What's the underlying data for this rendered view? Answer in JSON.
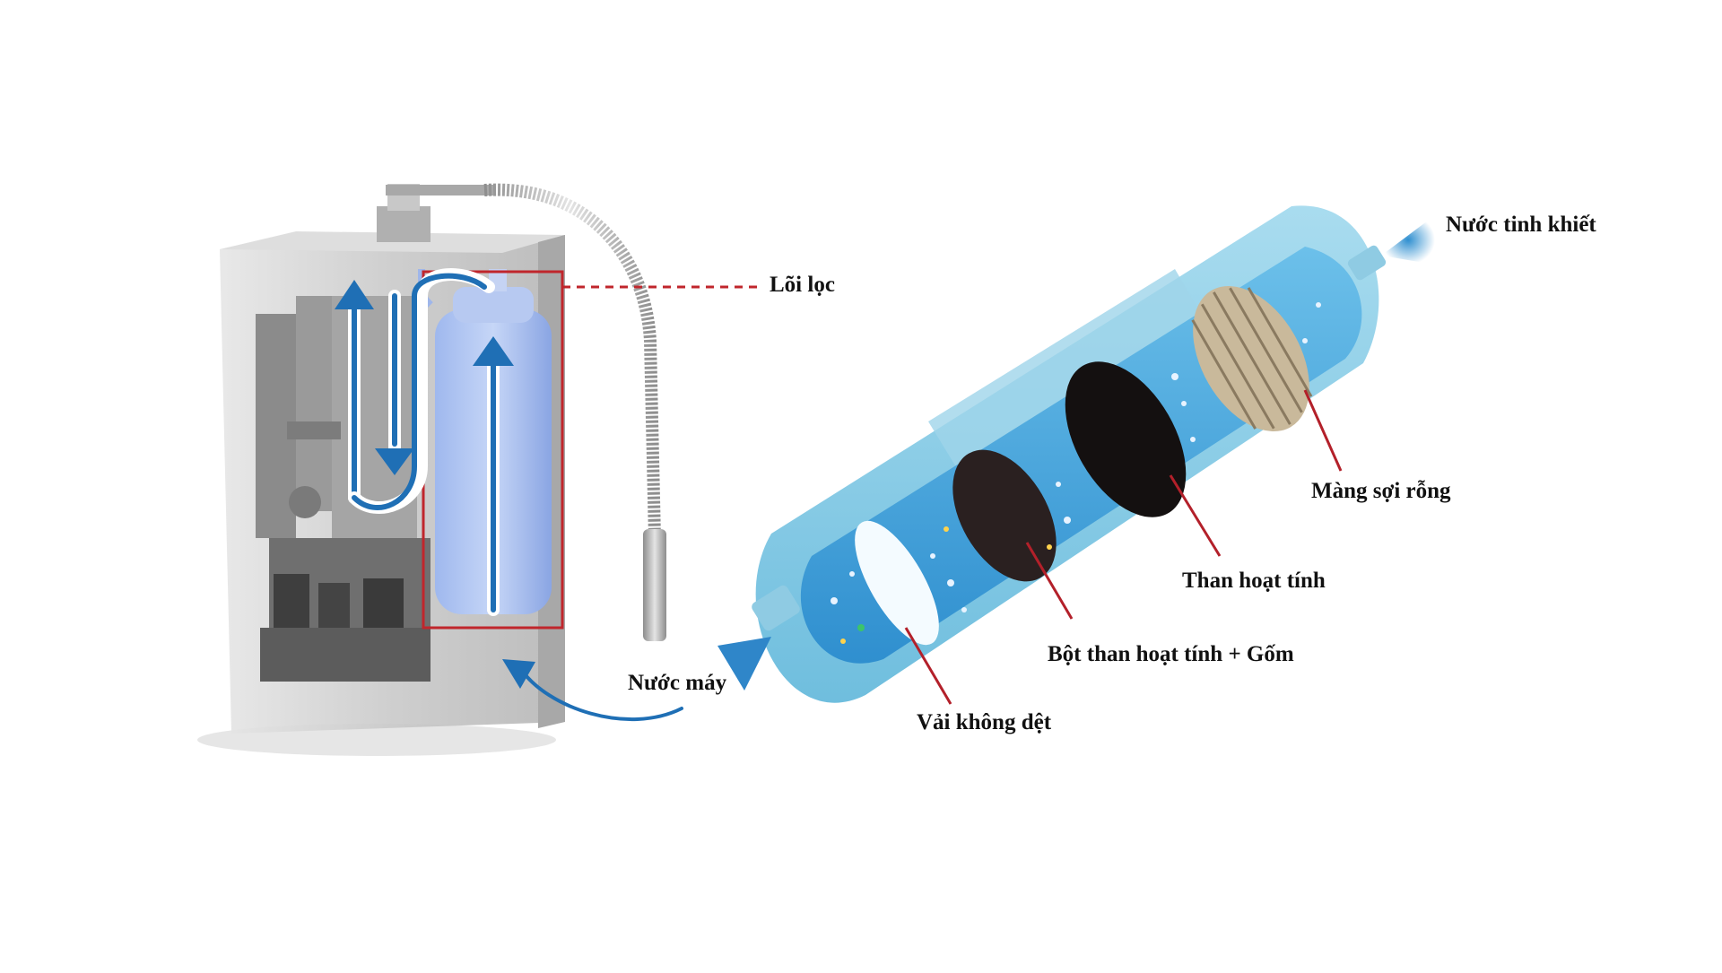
{
  "labels": {
    "filter_core": "Lõi lọc",
    "tap_water": "Nước máy",
    "pure_water": "Nước tinh khiết",
    "hollow_fiber": "Màng sợi rỗng",
    "activated_carbon": "Than hoạt tính",
    "carbon_ceramic": "Bột than hoạt tính + Gốm",
    "nonwoven": "Vải không dệt"
  },
  "colors": {
    "highlight_box": "#c0262c",
    "flow_arrow": "#1f6fb5",
    "cartridge_blue": "#8fd0e6",
    "water_blue": "#4aa3d8"
  }
}
